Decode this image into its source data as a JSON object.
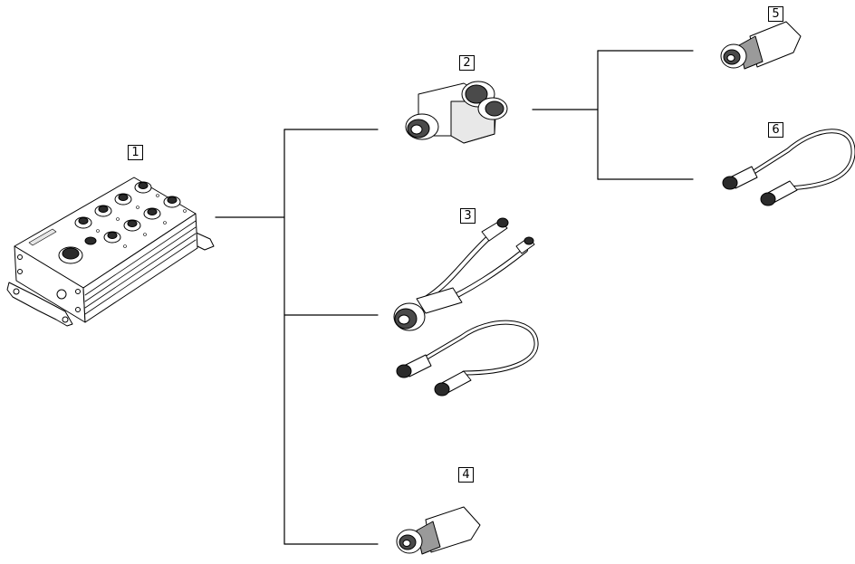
{
  "callouts": {
    "c1": "1",
    "c2": "2",
    "c3": "3",
    "c4": "4",
    "c5": "5",
    "c6": "6"
  },
  "colors": {
    "line": "#000000",
    "part_fill": "#ffffff",
    "shade": "#d9d9d9",
    "dark": "#2b2b2b"
  }
}
